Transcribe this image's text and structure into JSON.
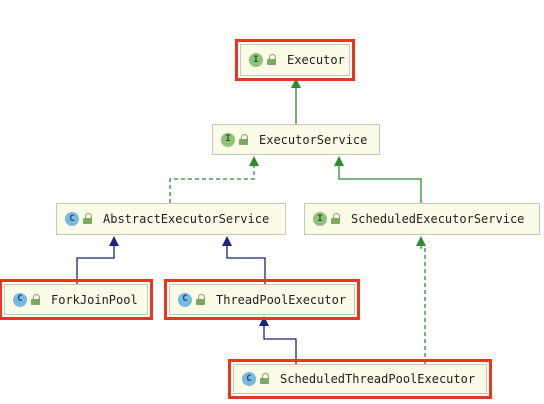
{
  "nodes": {
    "executor": {
      "name": "Executor",
      "kind": "I"
    },
    "executor_service": {
      "name": "ExecutorService",
      "kind": "I"
    },
    "abstract_executor_service": {
      "name": "AbstractExecutorService",
      "kind": "C"
    },
    "scheduled_executor_service": {
      "name": "ScheduledExecutorService",
      "kind": "I"
    },
    "fork_join_pool": {
      "name": "ForkJoinPool",
      "kind": "C"
    },
    "thread_pool_executor": {
      "name": "ThreadPoolExecutor",
      "kind": "C"
    },
    "scheduled_thread_pool_executor": {
      "name": "ScheduledThreadPoolExecutor",
      "kind": "C"
    }
  },
  "colors": {
    "extends_interface": "#2e8b2e",
    "extends_class": "#1a237e",
    "highlight": "#e8361f",
    "node_fill": "#fbfbe8"
  }
}
